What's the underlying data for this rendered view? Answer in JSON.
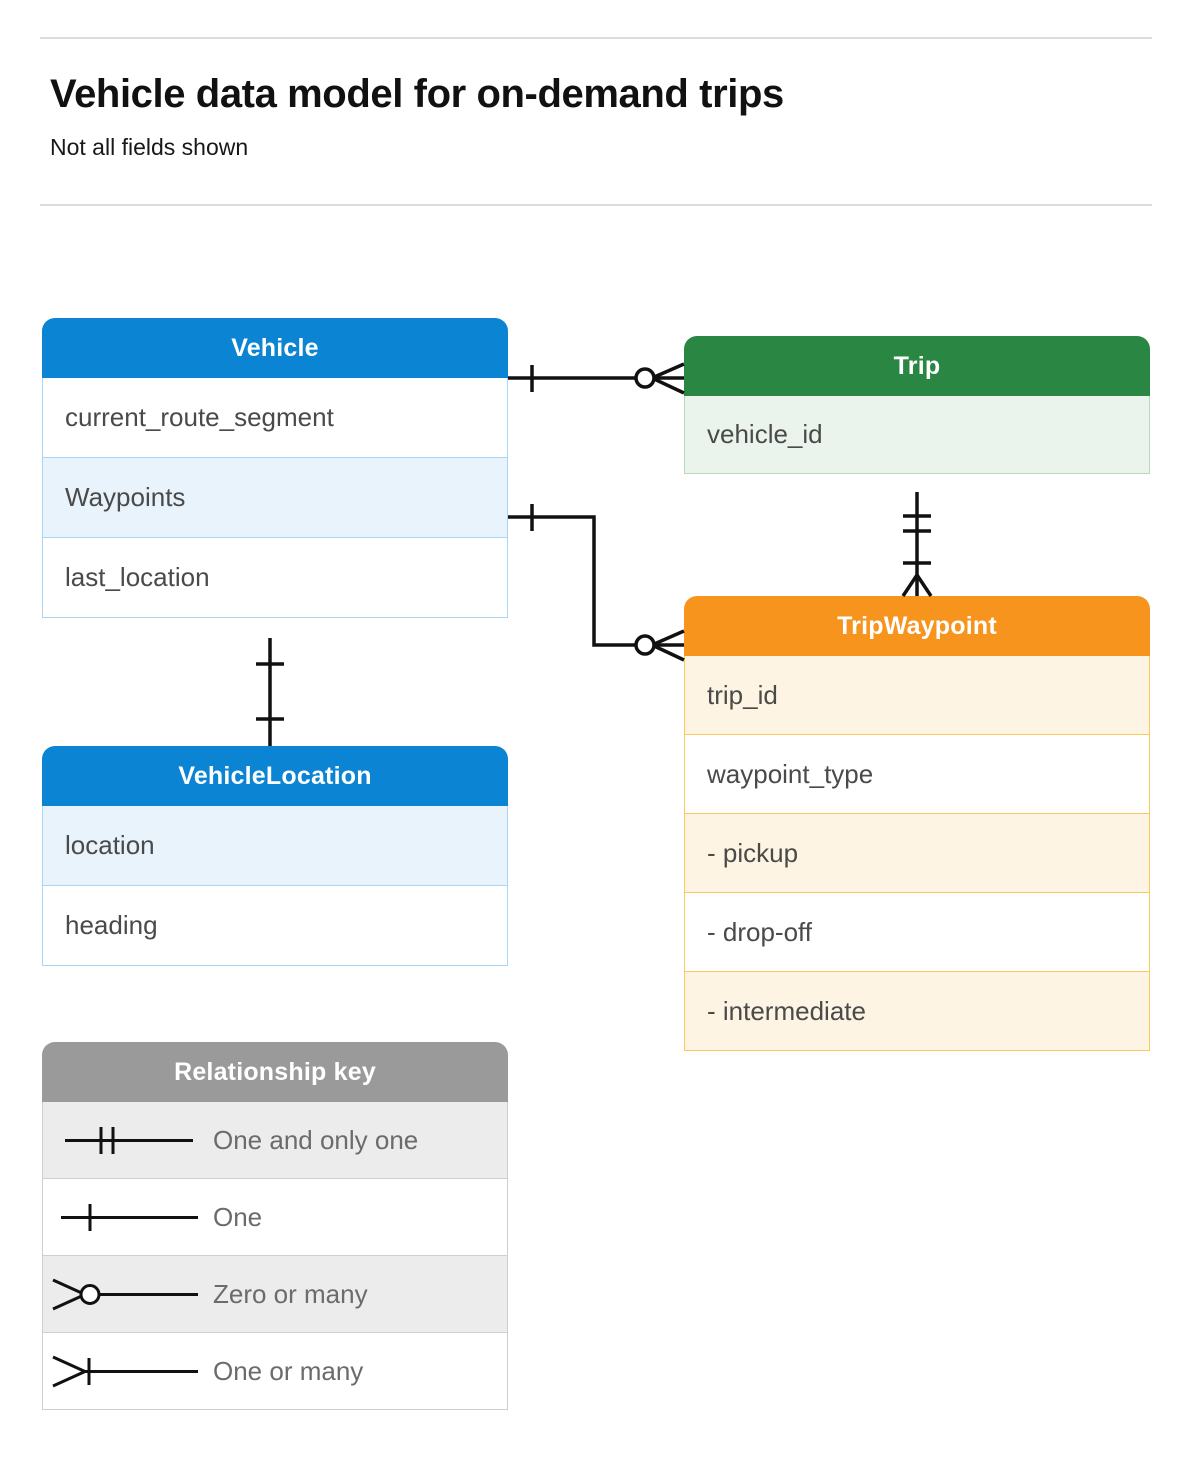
{
  "header": {
    "title": "Vehicle data model for on-demand trips",
    "subtitle": "Not all fields shown"
  },
  "entities": [
    {
      "id": "vehicle",
      "name": "Vehicle",
      "color": "#0b84d3",
      "fields": [
        "current_route_segment",
        "Waypoints",
        "last_location"
      ]
    },
    {
      "id": "trip",
      "name": "Trip",
      "color": "#2a8743",
      "fields": [
        "vehicle_id"
      ]
    },
    {
      "id": "trip-waypoint",
      "name": "TripWaypoint",
      "color": "#f7941e",
      "fields": [
        "trip_id",
        "waypoint_type",
        "-  pickup",
        "-  drop-off",
        "-  intermediate"
      ]
    },
    {
      "id": "vehicle-location",
      "name": "VehicleLocation",
      "color": "#0b84d3",
      "fields": [
        "location",
        "heading"
      ]
    }
  ],
  "legend": {
    "title": "Relationship key",
    "color": "#9a9a9a",
    "items": [
      {
        "symbol": "one-and-only-one",
        "label": "One and only one"
      },
      {
        "symbol": "one",
        "label": "One"
      },
      {
        "symbol": "zero-or-many",
        "label": "Zero or many"
      },
      {
        "symbol": "one-or-many",
        "label": "One or many"
      }
    ]
  },
  "relationships": [
    {
      "from": "Vehicle",
      "to": "Trip",
      "from_cardinality": "One",
      "to_cardinality": "Zero or many"
    },
    {
      "from": "Vehicle.Waypoints",
      "to": "TripWaypoint",
      "from_cardinality": "One",
      "to_cardinality": "Zero or many"
    },
    {
      "from": "Trip",
      "to": "TripWaypoint",
      "from_cardinality": "One and only one",
      "to_cardinality": "One or many"
    },
    {
      "from": "Vehicle",
      "to": "VehicleLocation",
      "from_cardinality": "One",
      "to_cardinality": "One"
    }
  ]
}
